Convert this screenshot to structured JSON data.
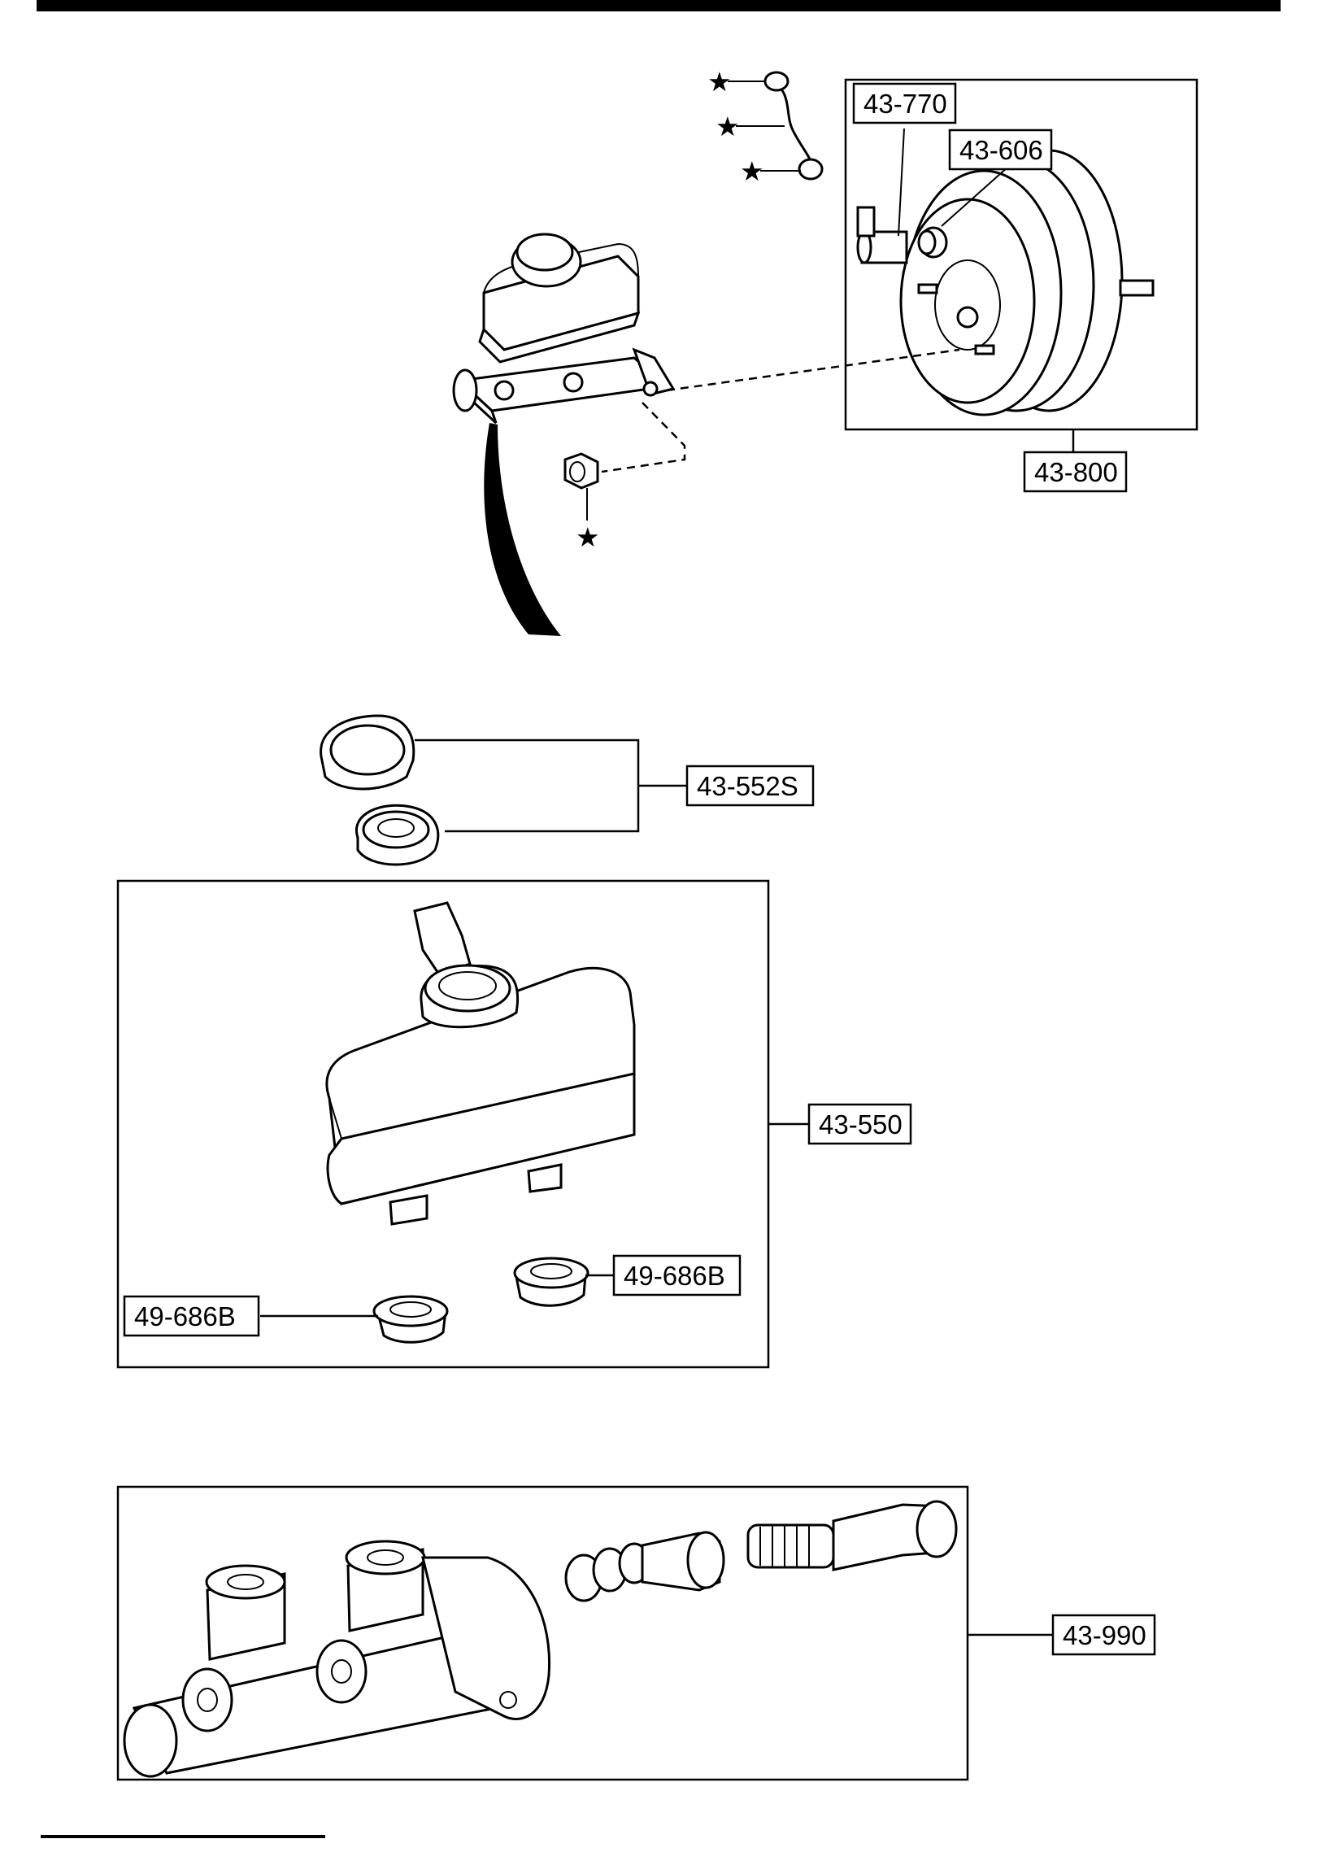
{
  "labels": {
    "vacuum_check_valve": "43-770",
    "grommet": "43-606",
    "power_brake_unit": "43-800",
    "cap_set": "43-552S",
    "reservoir": "43-550",
    "bushing_right": "49-686B",
    "bushing_left": "49-686B",
    "master_cylinder": "43-990"
  },
  "symbols": {
    "star": "★"
  }
}
